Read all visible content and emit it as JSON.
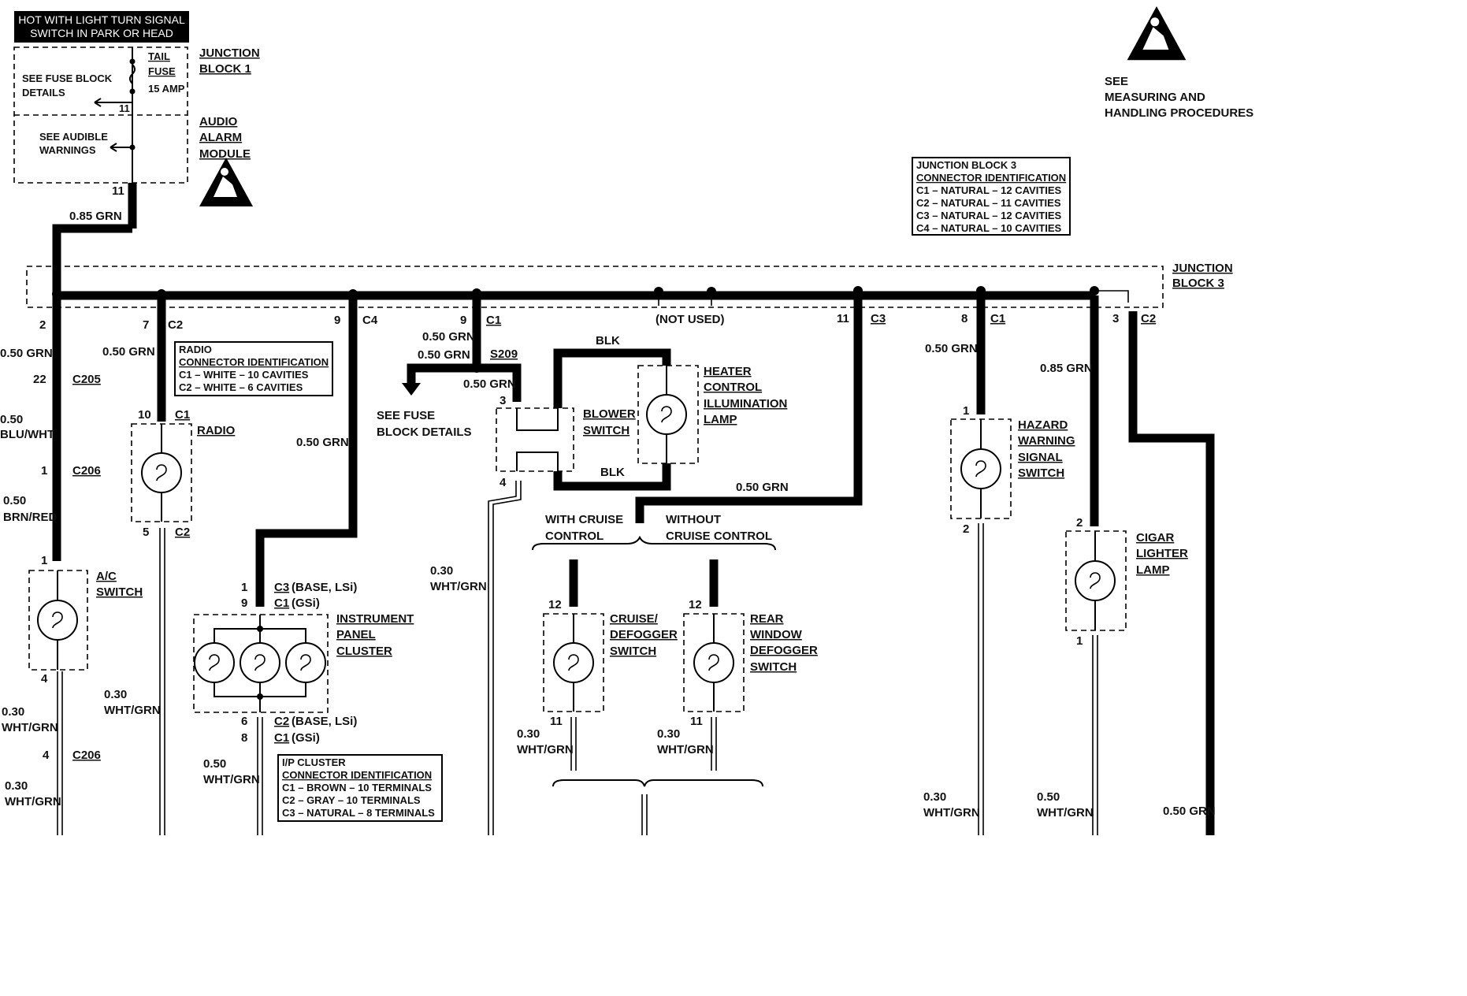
{
  "header": {
    "line1": "HOT WITH LIGHT TURN SIGNAL",
    "line2": "SWITCH IN PARK OR HEAD"
  },
  "fuse_area": {
    "see_fuse_block": [
      "SEE FUSE BLOCK",
      "DETAILS"
    ],
    "tail_fuse": [
      "TAIL",
      "FUSE"
    ],
    "fuse_amp": "15 AMP",
    "pin": "11",
    "see_audible": [
      "SEE AUDIBLE",
      "WARNINGS"
    ],
    "lower_pin": "11",
    "wire": "0.85 GRN"
  },
  "junction_block_1": [
    "JUNCTION",
    "BLOCK 1"
  ],
  "audio_alarm_module": [
    "AUDIO",
    "ALARM",
    "MODULE"
  ],
  "esd_note": [
    "SEE",
    "MEASURING AND",
    "HANDLING PROCEDURES"
  ],
  "jb3_id": {
    "title": "JUNCTION BLOCK 3",
    "subtitle": "CONNECTOR IDENTIFICATION",
    "rows": [
      "C1 – NATURAL – 12 CAVITIES",
      "C2 – NATURAL – 11 CAVITIES",
      "C3 – NATURAL – 12 CAVITIES",
      "C4 – NATURAL – 10 CAVITIES"
    ]
  },
  "junction_block_3": [
    "JUNCTION",
    "BLOCK 3"
  ],
  "not_used": "(NOT USED)",
  "ac_branch": {
    "pin": "2",
    "wire1": "0.50 GRN",
    "c205_pin": "22",
    "c205": "C205",
    "wire2": [
      "0.50",
      "BLU/WHT"
    ],
    "c206_pin": "1",
    "c206": "C206",
    "wire3": [
      "0.50",
      "BRN/RED"
    ],
    "sw_pin_top": "1",
    "label": [
      "A/C",
      "SWITCH"
    ],
    "sw_pin_bot": "4",
    "wire4": [
      "0.30",
      "WHT/GRN"
    ],
    "c206b_pin": "4",
    "c206b": "C206",
    "wire5": [
      "0.30",
      "WHT/GRN"
    ]
  },
  "radio_branch": {
    "pin": "7",
    "conn": "C2",
    "wire1": "0.50 GRN",
    "id_title": "RADIO",
    "id_sub": "CONNECTOR IDENTIFICATION",
    "id_rows": [
      "C1 – WHITE – 10 CAVITIES",
      "C2 – WHITE – 6 CAVITIES"
    ],
    "pin_top": "10",
    "conn_top": "C1",
    "label": "RADIO",
    "pin_bot": "5",
    "conn_bot": "C2",
    "wire2": [
      "0.30",
      "WHT/GRN"
    ]
  },
  "ipc_branch": {
    "pin": "9",
    "conn": "C4",
    "wire1": "0.50 GRN",
    "top_pins": [
      {
        "pin": "1",
        "conn": "C3",
        "note": "(BASE, LSi)"
      },
      {
        "pin": "9",
        "conn": "C1",
        "note": "(GSi)"
      }
    ],
    "label": [
      "INSTRUMENT",
      "PANEL",
      "CLUSTER"
    ],
    "bot_pins": [
      {
        "pin": "6",
        "conn": "C2",
        "note": "(BASE, LSi)"
      },
      {
        "pin": "8",
        "conn": "C1",
        "note": "(GSi)"
      }
    ],
    "wire2": [
      "0.50",
      "WHT/GRN"
    ],
    "id_title": "I/P CLUSTER",
    "id_sub": "CONNECTOR IDENTIFICATION",
    "id_rows": [
      "C1 – BROWN – 10 TERMINALS",
      "C2 – GRAY – 10 TERMINALS",
      "C3 – NATURAL – 8 TERMINALS"
    ]
  },
  "blower_branch": {
    "pin": "9",
    "conn": "C1",
    "wire1": "0.50 GRN",
    "wire_fuse": "0.50 GRN",
    "splice": "S209",
    "see_fuse": [
      "SEE FUSE",
      "BLOCK DETAILS"
    ],
    "wire2": "0.50 GRN",
    "pin_top": "3",
    "label": [
      "BLOWER",
      "SWITCH"
    ],
    "pin_bot": "4",
    "blk_top": "BLK",
    "blk_bot": "BLK",
    "heater_label": [
      "HEATER",
      "CONTROL",
      "ILLUMINATION",
      "LAMP"
    ],
    "wire3": [
      "0.30",
      "WHT/GRN"
    ]
  },
  "cruise_branch": {
    "pin": "11",
    "conn": "C3",
    "wire1": "0.50 GRN",
    "with_cruise": [
      "WITH CRUISE",
      "CONTROL"
    ],
    "without_cruise": [
      "WITHOUT",
      "CRUISE CONTROL"
    ],
    "cruise_pin_top": "12",
    "cruise_label": [
      "CRUISE/",
      "DEFOGGER",
      "SWITCH"
    ],
    "cruise_pin_bot": "11",
    "cruise_wire": [
      "0.30",
      "WHT/GRN"
    ],
    "rear_pin_top": "12",
    "rear_label": [
      "REAR",
      "WINDOW",
      "DEFOGGER",
      "SWITCH"
    ],
    "rear_pin_bot": "11",
    "rear_wire": [
      "0.30",
      "WHT/GRN"
    ]
  },
  "hazard_branch": {
    "pin": "8",
    "conn": "C1",
    "wire1": "0.50 GRN",
    "pin_top": "1",
    "label": [
      "HAZARD",
      "WARNING",
      "SIGNAL",
      "SWITCH"
    ],
    "pin_bot": "2",
    "wire2": [
      "0.30",
      "WHT/GRN"
    ]
  },
  "cigar_branch": {
    "wire1": "0.85 GRN",
    "pin_top": "2",
    "label": [
      "CIGAR",
      "LIGHTER",
      "LAMP"
    ],
    "pin_bot": "1",
    "wire2": [
      "0.50",
      "WHT/GRN"
    ]
  },
  "c2_branch": {
    "pin": "3",
    "conn": "C2",
    "wire": "0.50 GRN"
  }
}
